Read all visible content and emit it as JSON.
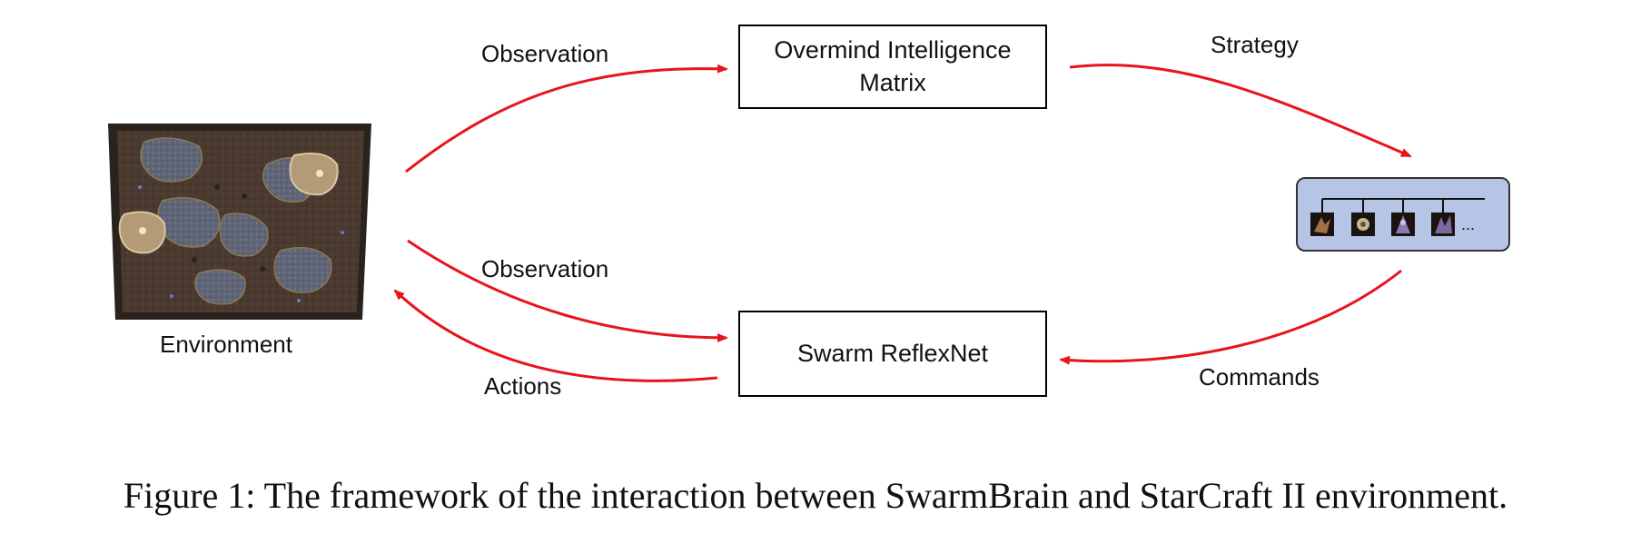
{
  "nodes": {
    "overmind": {
      "line1": "Overmind Intelligence",
      "line2": "Matrix"
    },
    "reflexnet": {
      "label": "Swarm ReflexNet"
    },
    "environment": {
      "label": "Environment"
    },
    "unit_panel": {
      "ellipsis": "..."
    }
  },
  "edges": {
    "env_to_overmind": "Observation",
    "overmind_to_units": "Strategy",
    "env_to_reflexnet": "Observation",
    "reflexnet_to_env": "Actions",
    "units_to_reflexnet": "Commands"
  },
  "caption": "Figure 1: The framework of the interaction between SwarmBrain and StarCraft II environment.",
  "colors": {
    "arrow": "#e8141c",
    "unit_panel_fill": "#b6c5e6",
    "map_ground": "#4a3a30",
    "map_plateau": "#5f6577"
  }
}
